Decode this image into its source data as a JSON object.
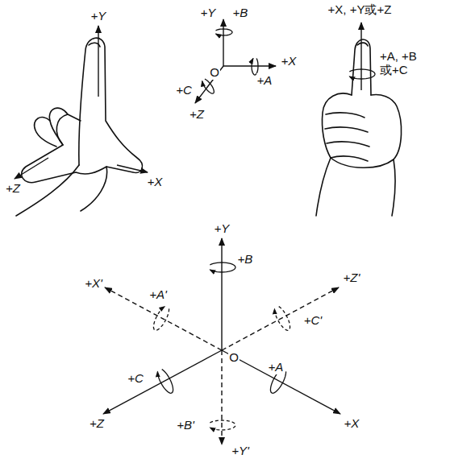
{
  "diagram": {
    "labels": [
      "+Y",
      "+Z",
      "+X",
      "+Y",
      "+B",
      "O",
      "+X",
      "+A",
      "+C",
      "+Z",
      "+X, +Y或+Z",
      "+A, +B 或+C",
      "+Y",
      "+B",
      "+A'",
      "+Z'",
      "+X'",
      "+C'",
      "+C",
      "O",
      "+A",
      "+Z",
      "+X",
      "+B'",
      "+Y'"
    ]
  }
}
